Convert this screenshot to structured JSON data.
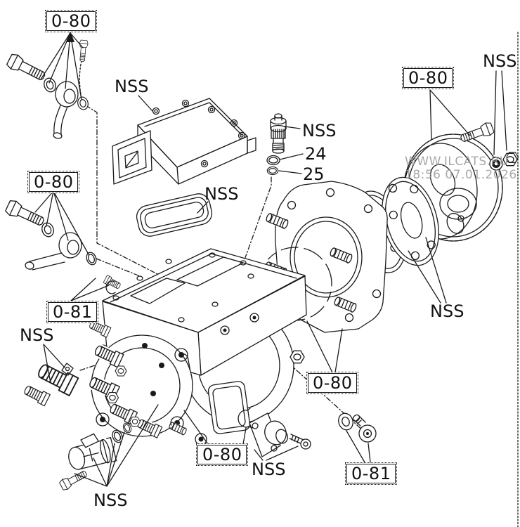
{
  "diagram": {
    "type": "exploded-parts-diagram",
    "colors": {
      "line": "#1a1a1a",
      "background": "#ffffff",
      "watermark": "#9a9a9a"
    },
    "watermark": {
      "site": "WWW.ILCATS.RU",
      "timestamp": "18:56 07.01.2026"
    },
    "ref_boxes": [
      {
        "id": "top-left",
        "label": "0-80"
      },
      {
        "id": "left",
        "label": "0-80"
      },
      {
        "id": "left-lower",
        "label": "0-81"
      },
      {
        "id": "top-right",
        "label": "0-80"
      },
      {
        "id": "middle",
        "label": "0-80"
      },
      {
        "id": "bottom-center",
        "label": "0-80"
      },
      {
        "id": "bottom-right",
        "label": "0-81"
      }
    ],
    "part_labels": [
      {
        "id": "control-unit",
        "label": "NSS"
      },
      {
        "id": "gasket",
        "label": "NSS"
      },
      {
        "id": "overflow-valve",
        "label": "NSS"
      },
      {
        "id": "oring-upper",
        "label": "24"
      },
      {
        "id": "oring-lower",
        "label": "25"
      },
      {
        "id": "gear-hardware",
        "label": "NSS"
      },
      {
        "id": "coupling-plates",
        "label": "NSS"
      },
      {
        "id": "inlet-fitting",
        "label": "NSS"
      },
      {
        "id": "solenoid-hardware",
        "label": "NSS"
      },
      {
        "id": "fuel-cut-solenoid",
        "label": "NSS"
      }
    ]
  }
}
